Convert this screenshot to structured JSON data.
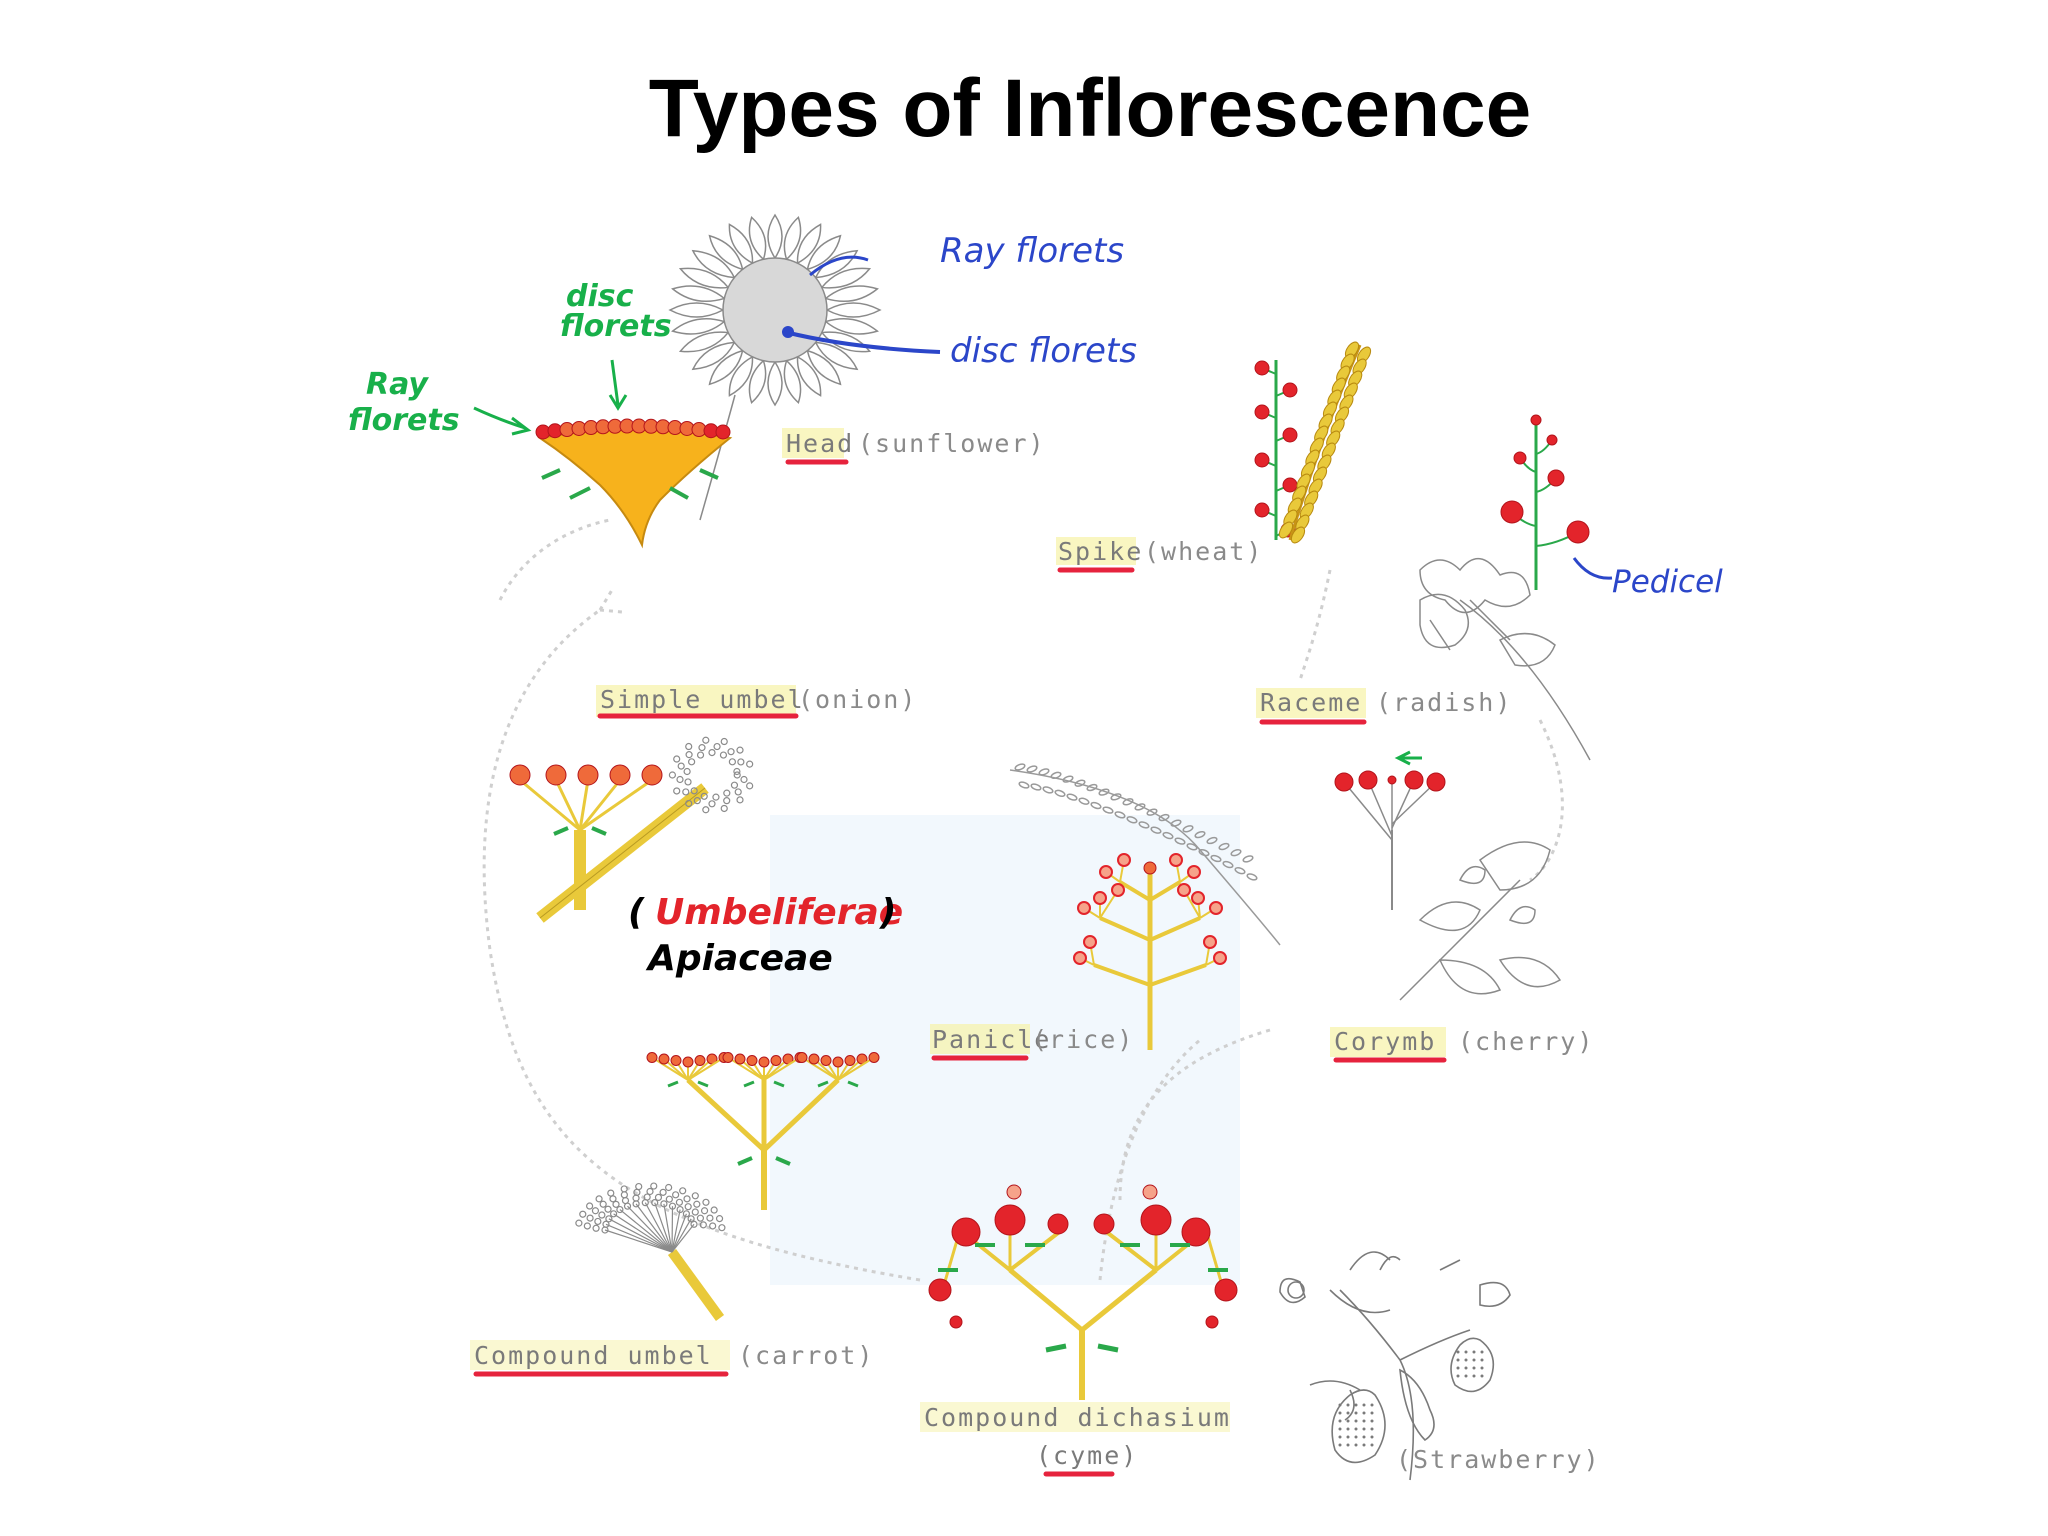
{
  "title": "Types of Inflorescence",
  "colors": {
    "flower_red": "#e3242b",
    "flower_orange": "#ef6a3a",
    "stem_yellow": "#e9c93a",
    "leaf_green": "#2aa84a",
    "receptacle": "#f7b21c",
    "underline_red": "#e6233d",
    "highlight_yellow": "#f6f2a6",
    "annotation_blue": "#2b46c9",
    "annotation_green": "#18b04a",
    "sketch_gray": "#9a9a9a",
    "panel_blue": "#eaf4fb"
  },
  "annotations": {
    "ray_florets_blue": "Ray florets",
    "disc_florets_blue": "disc florets",
    "disc_florets_green": [
      "disc",
      "florets"
    ],
    "ray_florets_green": [
      "Ray",
      "florets"
    ],
    "pedicel": "Pedicel",
    "umbeliferae": "Umbeliferae",
    "apiaceae": "Apiaceae"
  },
  "labels": {
    "head": {
      "name": "Head",
      "example": "(sunflower)"
    },
    "spike": {
      "name": "Spike",
      "example": "(wheat)"
    },
    "raceme": {
      "name": "Raceme",
      "example": "(radish)"
    },
    "simple_umbel": {
      "name": "Simple umbel",
      "example": "(onion)"
    },
    "panicle": {
      "name": "Panicle",
      "example": "(rice)"
    },
    "corymb": {
      "name": "Corymb",
      "example": "(cherry)"
    },
    "compound_umbel": {
      "name": "Compound umbel",
      "example": "(carrot)"
    },
    "dichasium": {
      "line1": "Compound dichasium",
      "line2": "(cyme)"
    },
    "strawberry": "(Strawberry)"
  },
  "icons": [
    "sunflower-sketch",
    "wheat-sketch",
    "radish-sketch",
    "onion-sketch",
    "rice-sketch",
    "cherry-sketch",
    "carrot-sketch",
    "strawberry-sketch"
  ]
}
